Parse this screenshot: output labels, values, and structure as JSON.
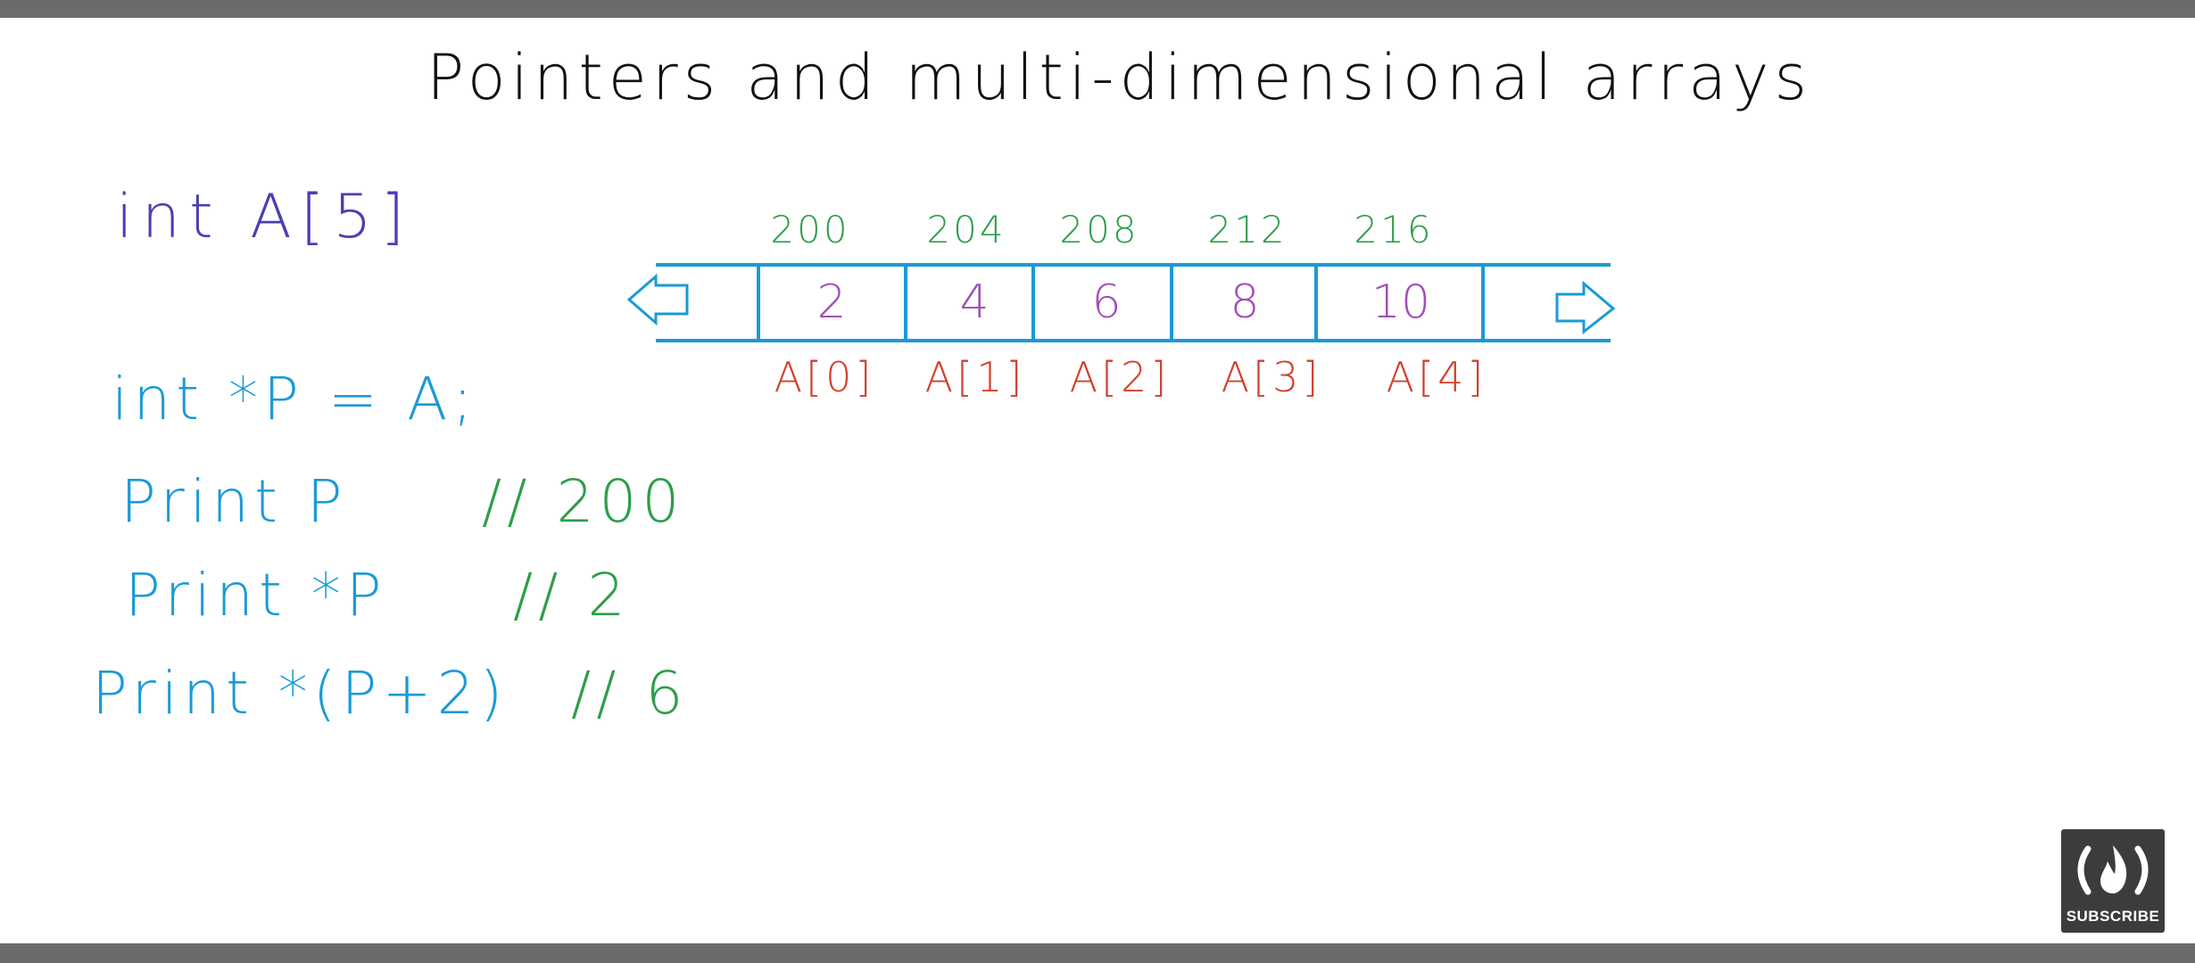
{
  "title": "Pointers and multi-dimensional arrays",
  "declaration": "int A[5]",
  "array": {
    "addresses": [
      "200",
      "204",
      "208",
      "212",
      "216"
    ],
    "values": [
      "2",
      "4",
      "6",
      "8",
      "10"
    ],
    "indices": [
      "A[0]",
      "A[1]",
      "A[2]",
      "A[3]",
      "A[4]"
    ]
  },
  "code": {
    "line1": "int *P = A;",
    "line2_stmt": "Print  P",
    "line2_comment": "// 200",
    "line3_stmt": "Print  *P",
    "line3_comment": "// 2",
    "line4_stmt": "Print  *(P+2)",
    "line4_comment": "// 6"
  },
  "subscribe": {
    "label": "SUBSCRIBE"
  },
  "colors": {
    "title": "#111111",
    "declaration": "#4a3fb0",
    "code": "#1a9ad6",
    "comment": "#2e9e4a",
    "address": "#2e9e4a",
    "index": "#d2402e",
    "value": "#a050b8",
    "array_outline": "#1a9ad6"
  }
}
